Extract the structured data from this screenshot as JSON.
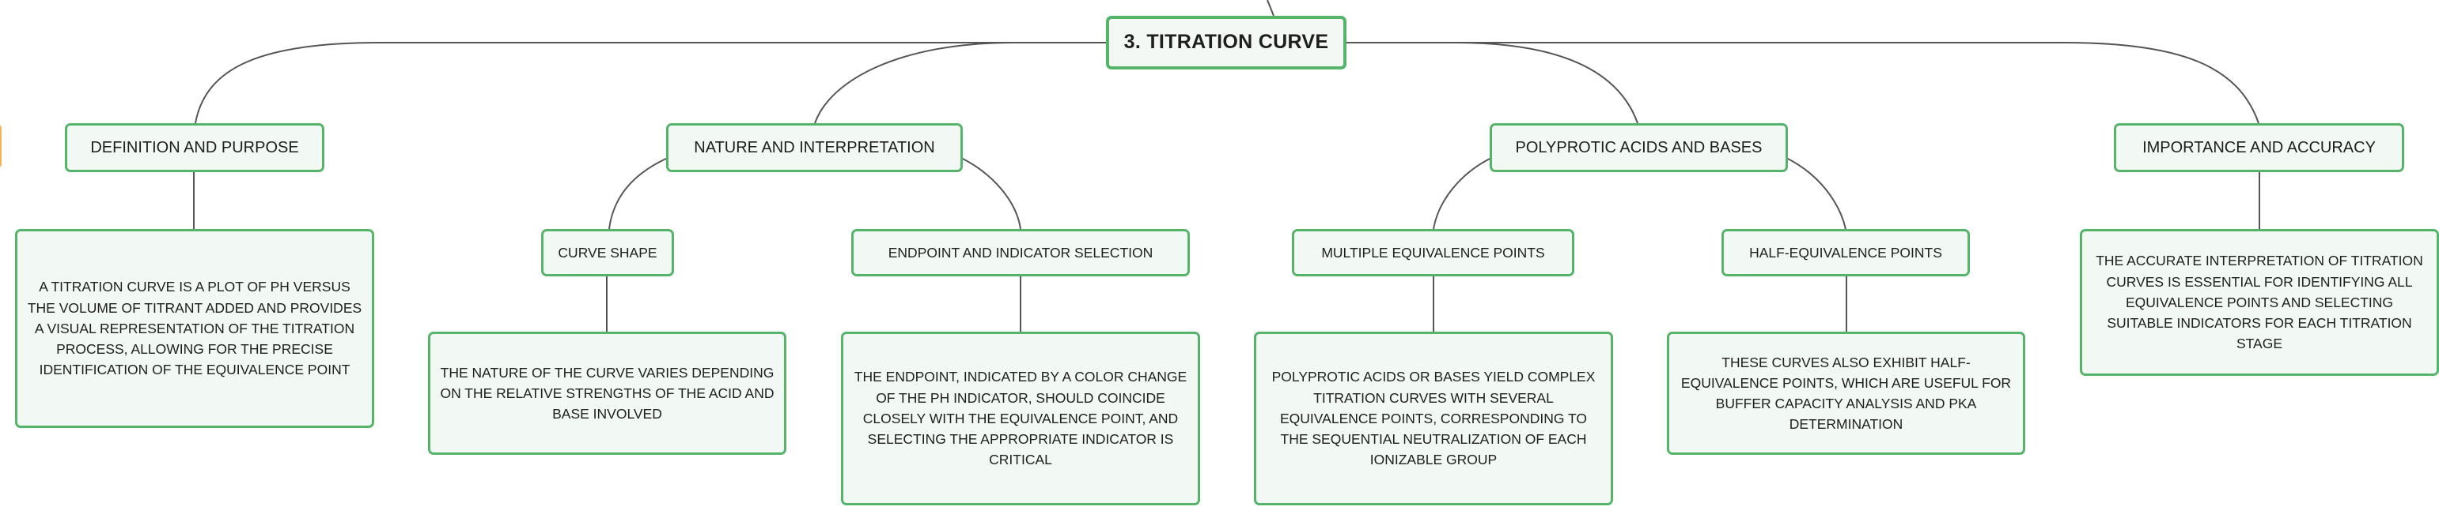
{
  "colors": {
    "node_border": "#55b46a",
    "node_fill": "#f2f8f3",
    "edge": "#555555",
    "stub_border": "#f2b25a"
  },
  "root": {
    "label": "3. TITRATION CURVE"
  },
  "branches": [
    {
      "label": "DEFINITION AND PURPOSE",
      "description": "A TITRATION CURVE IS A PLOT OF PH VERSUS THE VOLUME OF TITRANT ADDED AND PROVIDES A VISUAL REPRESENTATION OF THE TITRATION PROCESS, ALLOWING FOR THE PRECISE IDENTIFICATION OF THE EQUIVALENCE POINT"
    },
    {
      "label": "NATURE AND INTERPRETATION",
      "children": [
        {
          "label": "CURVE SHAPE",
          "description": "THE NATURE OF THE CURVE VARIES DEPENDING ON THE RELATIVE STRENGTHS OF THE ACID AND BASE INVOLVED"
        },
        {
          "label": "ENDPOINT AND INDICATOR SELECTION",
          "description": "THE ENDPOINT, INDICATED BY A COLOR CHANGE OF THE PH INDICATOR, SHOULD COINCIDE CLOSELY WITH THE EQUIVALENCE POINT, AND SELECTING THE APPROPRIATE INDICATOR IS CRITICAL"
        }
      ]
    },
    {
      "label": "POLYPROTIC ACIDS AND BASES",
      "children": [
        {
          "label": "MULTIPLE EQUIVALENCE POINTS",
          "description": "POLYPROTIC ACIDS OR BASES YIELD COMPLEX TITRATION CURVES WITH SEVERAL EQUIVALENCE POINTS, CORRESPONDING TO THE SEQUENTIAL NEUTRALIZATION OF EACH IONIZABLE GROUP"
        },
        {
          "label": "HALF-EQUIVALENCE POINTS",
          "description": "THESE CURVES ALSO EXHIBIT HALF-EQUIVALENCE POINTS, WHICH ARE USEFUL FOR BUFFER CAPACITY ANALYSIS AND PKA DETERMINATION"
        }
      ]
    },
    {
      "label": "IMPORTANCE AND ACCURACY",
      "description": "THE ACCURATE INTERPRETATION OF TITRATION CURVES IS ESSENTIAL FOR IDENTIFYING ALL EQUIVALENCE POINTS AND SELECTING SUITABLE INDICATORS FOR EACH TITRATION STAGE"
    }
  ]
}
